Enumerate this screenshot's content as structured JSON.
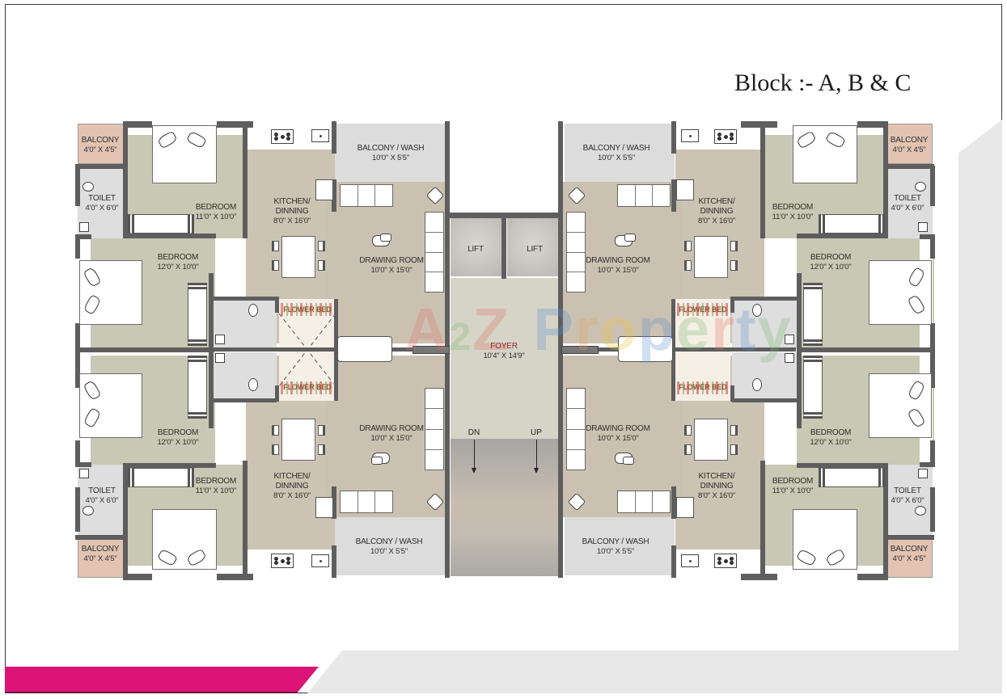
{
  "title": "Block :- A, B & C",
  "watermark": {
    "chars": [
      "A",
      "2",
      "Z",
      " ",
      "P",
      "r",
      "o",
      "p",
      "e",
      "r",
      "t",
      "y"
    ],
    "colors": [
      "#e07067",
      "#79b86f",
      "#e07067",
      "#fff",
      "#5b8fd3",
      "#e5a35a",
      "#f0c33a",
      "#5b8fd3",
      "#79b86f",
      "#e07067",
      "#5b8fd3",
      "#79b86f"
    ]
  },
  "colors": {
    "accent_pink": "#dc1477",
    "balcony": "#e2c3b2",
    "bedroom": "#c9c8b4",
    "kitchen": "#cdc3b3",
    "wall": "#5e5e5e"
  },
  "rooms": {
    "tl_balcony": {
      "name": "BALCONY",
      "size": "4'0\" X 4'5\""
    },
    "tl_toilet": {
      "name": "TOILET",
      "size": "4'0\" X 6'0\""
    },
    "tl_bedroom1": {
      "name": "BEDROOM",
      "size": "11'0\" X 10'0\""
    },
    "tl_bedroom2": {
      "name": "BEDROOM",
      "size": "12'0\" X 10'0\""
    },
    "tl_kitchen": {
      "name1": "KITCHEN/",
      "name2": "DINNING",
      "size": "8'0\" X 16'0\""
    },
    "tl_drawing": {
      "name": "DRAWING ROOM",
      "size": "10'0\" X 15'0\""
    },
    "tl_wash": {
      "name": "BALCONY / WASH",
      "size": "10'0\" X 5'5\""
    },
    "bl_balcony": {
      "name": "BALCONY",
      "size": "4'0\" X 4'5\""
    },
    "bl_toilet": {
      "name": "TOILET",
      "size": "4'0\" X 6'0\""
    },
    "bl_bedroom1": {
      "name": "BEDROOM",
      "size": "11'0\" X 10'0\""
    },
    "bl_bedroom2": {
      "name": "BEDROOM",
      "size": "12'0\" X 10'0\""
    },
    "bl_kitchen": {
      "name1": "KITCHEN/",
      "name2": "DINNING",
      "size": "8'0\" X 16'0\""
    },
    "bl_drawing": {
      "name": "DRAWING ROOM",
      "size": "10'0\" X 15'0\""
    },
    "bl_wash": {
      "name": "BALCONY / WASH",
      "size": "10'0\" X 5'5\""
    },
    "tr_balcony": {
      "name": "BALCONY",
      "size": "4'0\" X 4'5\""
    },
    "tr_toilet": {
      "name": "TOILET",
      "size": "4'0\" X 6'0\""
    },
    "tr_bedroom1": {
      "name": "BEDROOM",
      "size": "11'0\" X 10'0\""
    },
    "tr_bedroom2": {
      "name": "BEDROOM",
      "size": "12'0\" X 10'0\""
    },
    "tr_kitchen": {
      "name1": "KITCHEN/",
      "name2": "DINNING",
      "size": "8'0\" X 16'0\""
    },
    "tr_drawing": {
      "name": "DRAWING ROOM",
      "size": "10'0\" X 15'0\""
    },
    "tr_wash": {
      "name": "BALCONY / WASH",
      "size": "10'0\" X 5'5\""
    },
    "br_balcony": {
      "name": "BALCONY",
      "size": "4'0\" X 4'5\""
    },
    "br_toilet": {
      "name": "TOILET",
      "size": "4'0\" X 6'0\""
    },
    "br_bedroom1": {
      "name": "BEDROOM",
      "size": "11'0\" X 10'0\""
    },
    "br_bedroom2": {
      "name": "BEDROOM",
      "size": "12'0\" X 10'0\""
    },
    "br_kitchen": {
      "name1": "KITCHEN/",
      "name2": "DINNING",
      "size": "8'0\" X 16'0\""
    },
    "br_drawing": {
      "name": "DRAWING ROOM",
      "size": "10'0\" X 15'0\""
    },
    "br_wash": {
      "name": "BALCONY / WASH",
      "size": "10'0\" X 5'5\""
    },
    "lift_left": {
      "name": "LIFT"
    },
    "lift_right": {
      "name": "LIFT"
    },
    "foyer": {
      "name": "FOYER",
      "size": "10'4\" X 14'9\""
    },
    "flower_bed": {
      "name": "FLOWER BED"
    }
  },
  "stairs": {
    "down": "DN",
    "up": "UP"
  }
}
